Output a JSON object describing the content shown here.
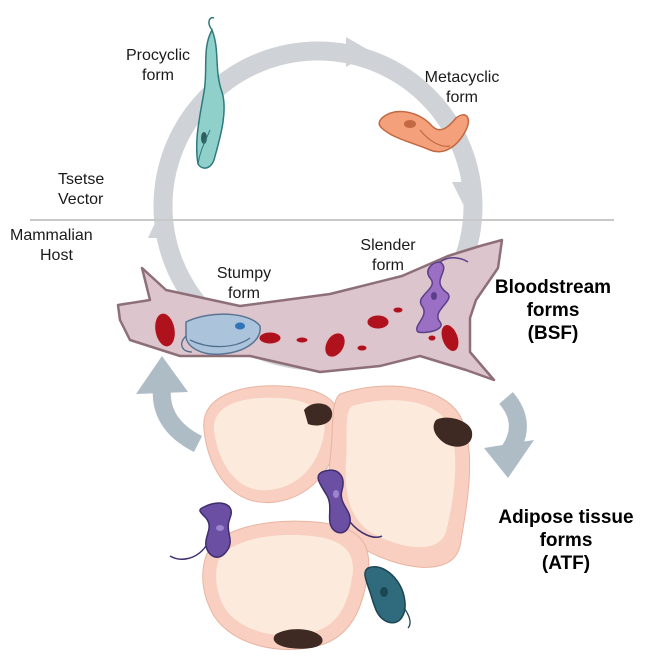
{
  "labels": {
    "procyclic": [
      "Procyclic",
      "form"
    ],
    "metacyclic": [
      "Metacyclic",
      "form"
    ],
    "tsetse": [
      "Tsetse",
      "Vector"
    ],
    "mammalian": [
      "Mammalian",
      "Host"
    ],
    "stumpy": [
      "Stumpy",
      "form"
    ],
    "slender": [
      "Slender",
      "form"
    ],
    "bsf": [
      "Bloodstream",
      "forms",
      "(BSF)"
    ],
    "atf": [
      "Adipose tissue",
      "forms",
      "(ATF)"
    ]
  },
  "colors": {
    "cycle_arrow": "#cfd2d6",
    "side_arrow": "#aebcc6",
    "divider": "#c8c8c8",
    "vessel_fill": "#dcc5cd",
    "vessel_stroke": "#8e6f78",
    "red_cell": "#b0121d",
    "adipocyte_outer": "#f8cfc0",
    "adipocyte_inner": "#fcebdc",
    "nucleus": "#3e2a22",
    "procyclic": "#8fd0cb",
    "metacyclic": "#f4a07a",
    "slender": "#9a6fc4",
    "stumpy": "#a9c3de",
    "atf_parasite": "#6a4fa3",
    "atf_teal": "#2f6b7d"
  }
}
